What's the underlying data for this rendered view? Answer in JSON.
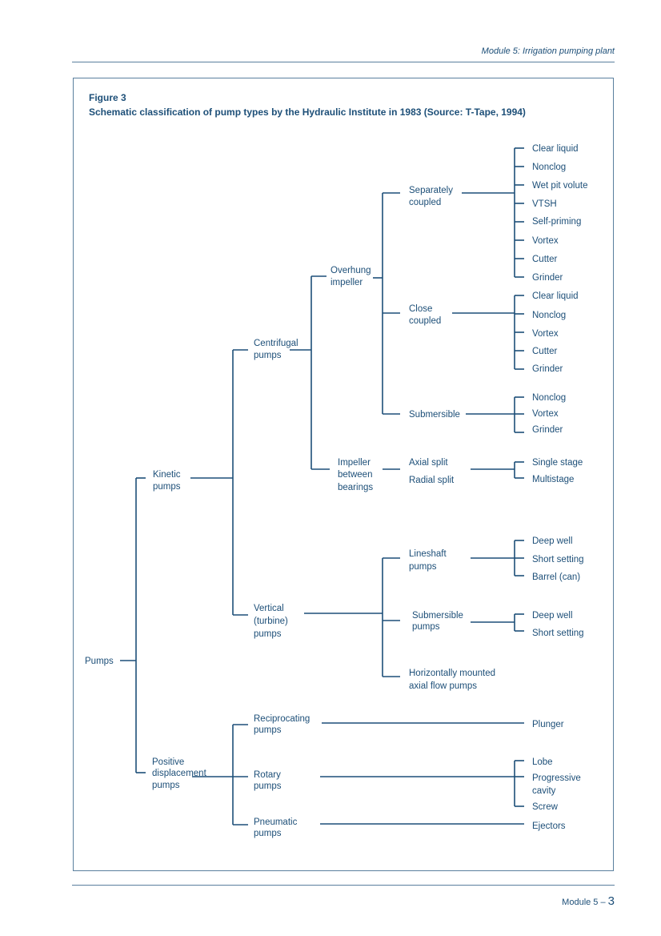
{
  "header": {
    "module_title": "Module 5: Irrigation pumping plant"
  },
  "figure": {
    "label": "Figure 3",
    "caption": "Schematic classification of pump types by the Hydraulic Institute in 1983 (Source: T-Tape, 1994)"
  },
  "tree": {
    "root": "Pumps",
    "kinetic": [
      "Kinetic",
      "pumps"
    ],
    "positive": [
      "Positive",
      "displacement",
      "pumps"
    ],
    "centrifugal": [
      "Centrifugal",
      "pumps"
    ],
    "vertical": [
      "Vertical",
      "(turbine)",
      "pumps"
    ],
    "reciprocating": [
      "Reciprocating",
      "pumps"
    ],
    "rotary": [
      "Rotary",
      "pumps"
    ],
    "pneumatic": [
      "Pneumatic",
      "pumps"
    ],
    "overhung": [
      "Overhung",
      "impeller"
    ],
    "between": [
      "Impeller",
      "between",
      "bearings"
    ],
    "separately": [
      "Separately",
      "coupled"
    ],
    "close": [
      "Close",
      "coupled"
    ],
    "submersible": "Submersible",
    "axial_split": "Axial split",
    "radial_split": "Radial split",
    "lineshaft": [
      "Lineshaft",
      "pumps"
    ],
    "sub_pumps": [
      "Submersible",
      "pumps"
    ],
    "horizontal": [
      "Horizontally mounted",
      "axial flow pumps"
    ],
    "sep_leaves": [
      "Clear liquid",
      "Nonclog",
      "Wet pit volute",
      "VTSH",
      "Self-priming",
      "Vortex",
      "Cutter",
      "Grinder"
    ],
    "close_leaves": [
      "Clear liquid",
      "Nonclog",
      "Vortex",
      "Cutter",
      "Grinder"
    ],
    "sub_leaves": [
      "Nonclog",
      "Vortex",
      "Grinder"
    ],
    "split_leaves": [
      "Single stage",
      "Multistage"
    ],
    "lineshaft_leaves": [
      "Deep well",
      "Short setting",
      "Barrel (can)"
    ],
    "subpump_leaves": [
      "Deep well",
      "Short setting"
    ],
    "plunger": "Plunger",
    "rotary_leaves": [
      "Lobe",
      "Progressive",
      "cavity",
      "Screw"
    ],
    "ejectors": "Ejectors"
  },
  "footer": {
    "module_label": "Module 5 – ",
    "page_number": "3"
  }
}
